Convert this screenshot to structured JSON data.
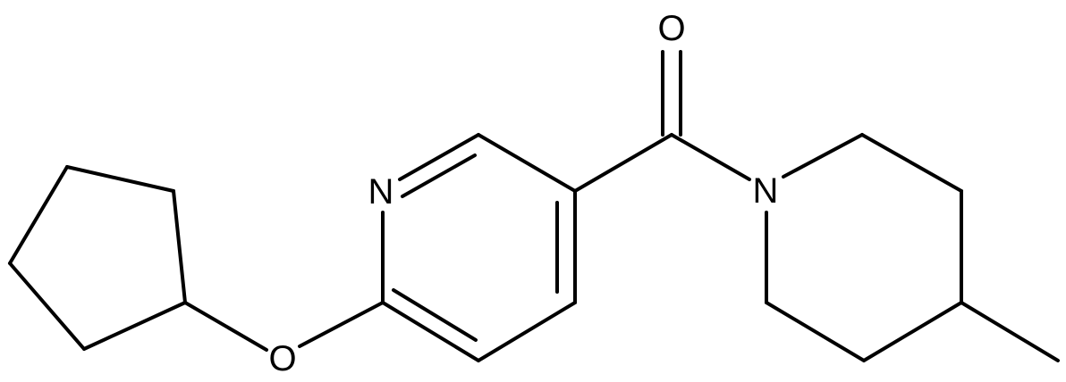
{
  "molecule": {
    "atoms": {
      "carbonyl_oxygen": "O",
      "pyridine_nitrogen": "N",
      "piperidine_nitrogen": "N",
      "ether_oxygen": "O"
    }
  }
}
